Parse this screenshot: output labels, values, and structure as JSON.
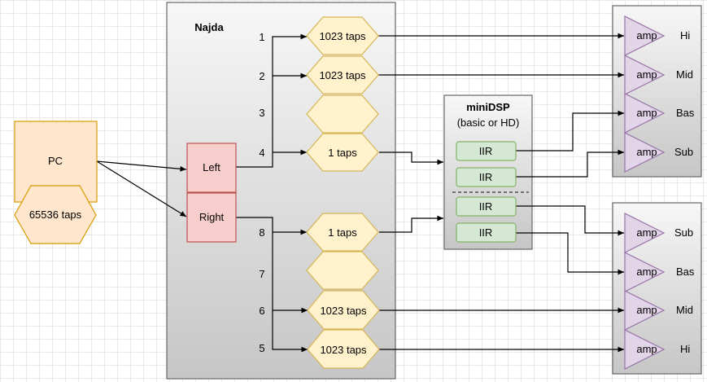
{
  "pc": {
    "label": "PC",
    "taps": "65536 taps"
  },
  "najda": {
    "title": "Najda",
    "inputs": {
      "left": "Left",
      "right": "Right"
    },
    "channels": [
      {
        "num": "1",
        "taps": "1023 taps"
      },
      {
        "num": "2",
        "taps": "1023 taps"
      },
      {
        "num": "3",
        "taps": ""
      },
      {
        "num": "4",
        "taps": "1 taps"
      },
      {
        "num": "8",
        "taps": "1 taps"
      },
      {
        "num": "7",
        "taps": ""
      },
      {
        "num": "6",
        "taps": "1023 taps"
      },
      {
        "num": "5",
        "taps": "1023 taps"
      }
    ]
  },
  "minidsp": {
    "title": "miniDSP",
    "subtitle": "(basic or HD)",
    "filters": [
      "IIR",
      "IIR",
      "IIR",
      "IIR"
    ]
  },
  "amps_top": [
    {
      "amp": "amp",
      "label": "Hi"
    },
    {
      "amp": "amp",
      "label": "Mid"
    },
    {
      "amp": "amp",
      "label": "Bas"
    },
    {
      "amp": "amp",
      "label": "Sub"
    }
  ],
  "amps_bottom": [
    {
      "amp": "amp",
      "label": "Sub"
    },
    {
      "amp": "amp",
      "label": "Bas"
    },
    {
      "amp": "amp",
      "label": "Mid"
    },
    {
      "amp": "amp",
      "label": "Hi"
    }
  ],
  "colors": {
    "pc_fill": "#ffe6cc",
    "pc_stroke": "#d79b00",
    "hex_fill": "#fff2cc",
    "hex_stroke": "#d6b656",
    "input_fill": "#f8cecc",
    "input_stroke": "#b85450",
    "iir_fill": "#d5e8d4",
    "iir_stroke": "#82b366",
    "amp_fill": "#e1d5e7",
    "amp_stroke": "#9673a6"
  }
}
